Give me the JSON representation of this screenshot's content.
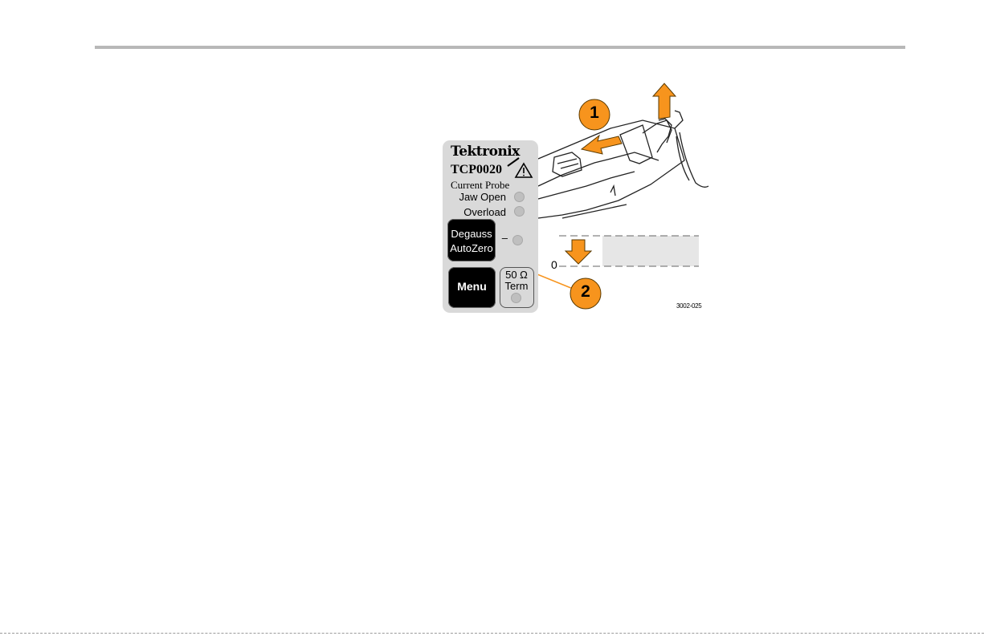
{
  "panel": {
    "brand": "Tektronix",
    "model": "TCP0020",
    "subtitle": "Current Probe",
    "indicators": [
      "Jaw Open",
      "Overload"
    ],
    "degauss_label_line1": "Degauss",
    "degauss_label_line2": "AutoZero",
    "minus_sign": "–",
    "menu_label": "Menu",
    "term_label_line1": "50 Ω",
    "term_label_line2": "Term"
  },
  "callouts": [
    "1",
    "2"
  ],
  "zero_label": "0",
  "figure_id": "3002-025",
  "colors": {
    "accent_orange": "#f7941d",
    "panel_gray": "#d9d9d9",
    "signal_band": "#e6e6e6"
  },
  "icons": [
    "warning-icon",
    "arrow-left-icon",
    "arrow-up-icon",
    "arrow-down-icon"
  ]
}
